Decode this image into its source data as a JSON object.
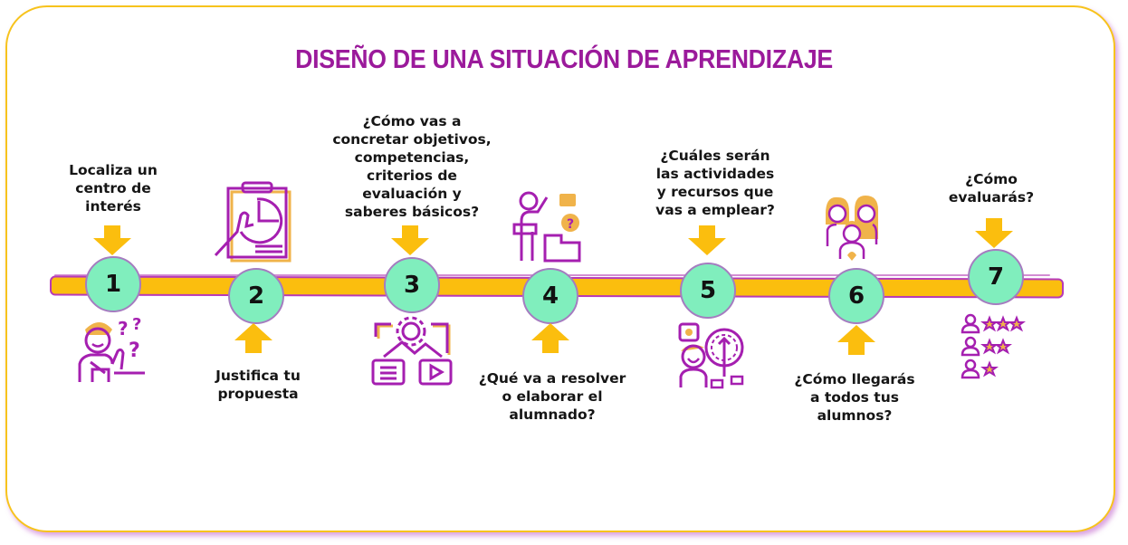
{
  "title": "DISEÑO DE UNA SITUACIÓN DE APRENDIZAJE",
  "colors": {
    "title": "#9b1a9b",
    "frame_border": "#f7c31c",
    "frame_shadow": "#c05cc0",
    "timeline_fill": "#fbbe0e",
    "timeline_outline": "#b73ab7",
    "node_fill": "#80eebd",
    "arrow": "#fbbe0e",
    "icon_primary": "#a51fb0",
    "icon_secondary": "#f0b34a"
  },
  "steps": [
    {
      "number": "1",
      "label_position": "above",
      "label": "Localiza un centro de interés",
      "label_lines": [
        "Localiza un",
        "centro de",
        "interés"
      ],
      "arrow": "down",
      "icon": "thinking-student-icon",
      "icon_position": "below"
    },
    {
      "number": "2",
      "label_position": "below",
      "label": "Justifica tu propuesta",
      "label_lines": [
        "Justifica tu",
        "propuesta"
      ],
      "arrow": "up",
      "icon": "report-chart-icon",
      "icon_position": "above"
    },
    {
      "number": "3",
      "label_position": "above",
      "label": "¿Cómo vas a concretar objetivos, competencias, criterios de evaluación y saberes básicos?",
      "label_lines": [
        "¿Cómo vas a",
        "concretar objetivos,",
        "competencias,",
        "criterios de",
        "evaluación y",
        "saberes básicos?"
      ],
      "arrow": "down",
      "icon": "multimedia-content-icon",
      "icon_position": "below"
    },
    {
      "number": "4",
      "label_position": "below",
      "label": "¿Qué va a resolver o elaborar el alumnado?",
      "label_lines": [
        "¿Qué va a resolver",
        "o elaborar el",
        "alumnado?"
      ],
      "arrow": "up",
      "icon": "puzzle-problem-icon",
      "icon_position": "above"
    },
    {
      "number": "5",
      "label_position": "above",
      "label": "¿Cuáles serán las actividades y recursos que vas a emplear?",
      "label_lines": [
        "¿Cuáles serán",
        "las actividades",
        "y recursos que",
        "vas a emplear?"
      ],
      "arrow": "down",
      "icon": "strategy-person-icon",
      "icon_position": "below"
    },
    {
      "number": "6",
      "label_position": "below",
      "label": "¿Cómo llegarás a todos tus alumnos?",
      "label_lines": [
        "¿Cómo llegarás",
        "a todos tus",
        "alumnos?"
      ],
      "arrow": "up",
      "icon": "student-group-icon",
      "icon_position": "above"
    },
    {
      "number": "7",
      "label_position": "above",
      "label": "¿Cómo evaluarás?",
      "label_lines": [
        "¿Cómo",
        "evaluarás?"
      ],
      "arrow": "down",
      "icon": "rating-users-icon",
      "icon_position": "below",
      "ratings": [
        3,
        2,
        1
      ]
    }
  ]
}
